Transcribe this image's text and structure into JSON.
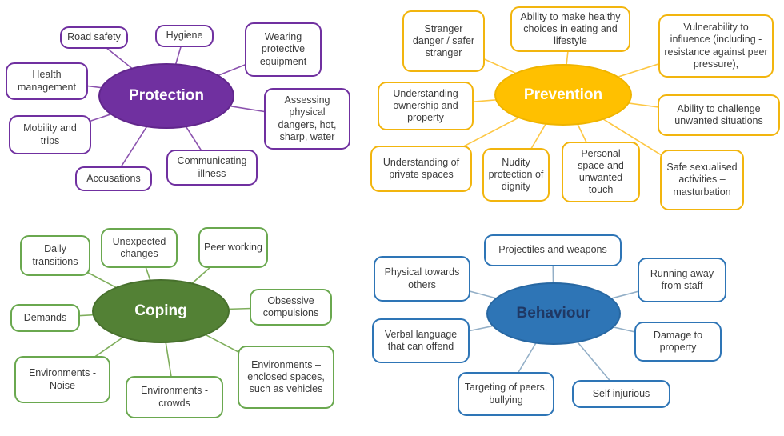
{
  "page": {
    "background": "#ffffff",
    "description": "Four spider/mind-map diagrams: Protection, Prevention, Coping, Behaviour"
  },
  "maps": [
    {
      "id": "protection",
      "center": {
        "label": "Protection",
        "fill": "#7030A0",
        "text_color": "#ffffff"
      },
      "node_border_color": "#7030A0",
      "connector_color": "#8B52AE",
      "nodes": [
        {
          "label": "Road safety"
        },
        {
          "label": "Hygiene"
        },
        {
          "label": "Wearing protective equipment"
        },
        {
          "label": "Health management"
        },
        {
          "label": "Assessing physical dangers, hot, sharp, water"
        },
        {
          "label": "Mobility and trips"
        },
        {
          "label": "Accusations"
        },
        {
          "label": "Communicating illness"
        }
      ]
    },
    {
      "id": "prevention",
      "center": {
        "label": "Prevention",
        "fill": "#FFC000",
        "text_color": "#ffffff"
      },
      "node_border_color": "#F2B50E",
      "connector_color": "#FDC743",
      "nodes": [
        {
          "label": "Stranger danger / safer stranger"
        },
        {
          "label": "Ability to make healthy choices in eating and lifestyle"
        },
        {
          "label": "Vulnerability to influence (including - resistance against peer pressure),"
        },
        {
          "label": "Understanding ownership and property"
        },
        {
          "label": "Ability to challenge unwanted situations"
        },
        {
          "label": "Understanding of private spaces"
        },
        {
          "label": "Nudity protection of dignity"
        },
        {
          "label": "Personal space and unwanted touch"
        },
        {
          "label": "Safe sexualised activities – masturbation"
        }
      ]
    },
    {
      "id": "coping",
      "center": {
        "label": "Coping",
        "fill": "#538135",
        "text_color": "#ffffff"
      },
      "node_border_color": "#6AA84F",
      "connector_color": "#7FAE5C",
      "nodes": [
        {
          "label": "Daily transitions"
        },
        {
          "label": "Unexpected changes"
        },
        {
          "label": "Peer working"
        },
        {
          "label": "Demands"
        },
        {
          "label": "Obsessive compulsions"
        },
        {
          "label": "Environments - Noise"
        },
        {
          "label": "Environments - crowds"
        },
        {
          "label": "Environments – enclosed spaces, such as vehicles"
        }
      ]
    },
    {
      "id": "behaviour",
      "center": {
        "label": "Behaviour",
        "fill": "#2E75B6",
        "text_color": "#1F3864"
      },
      "node_border_color": "#2E75B6",
      "connector_color": "#93AFC7",
      "nodes": [
        {
          "label": "Physical towards others"
        },
        {
          "label": "Projectiles and weapons"
        },
        {
          "label": "Running away from staff"
        },
        {
          "label": "Verbal language that can offend"
        },
        {
          "label": "Damage to property"
        },
        {
          "label": "Targeting of peers, bullying"
        },
        {
          "label": "Self injurious"
        }
      ]
    }
  ]
}
